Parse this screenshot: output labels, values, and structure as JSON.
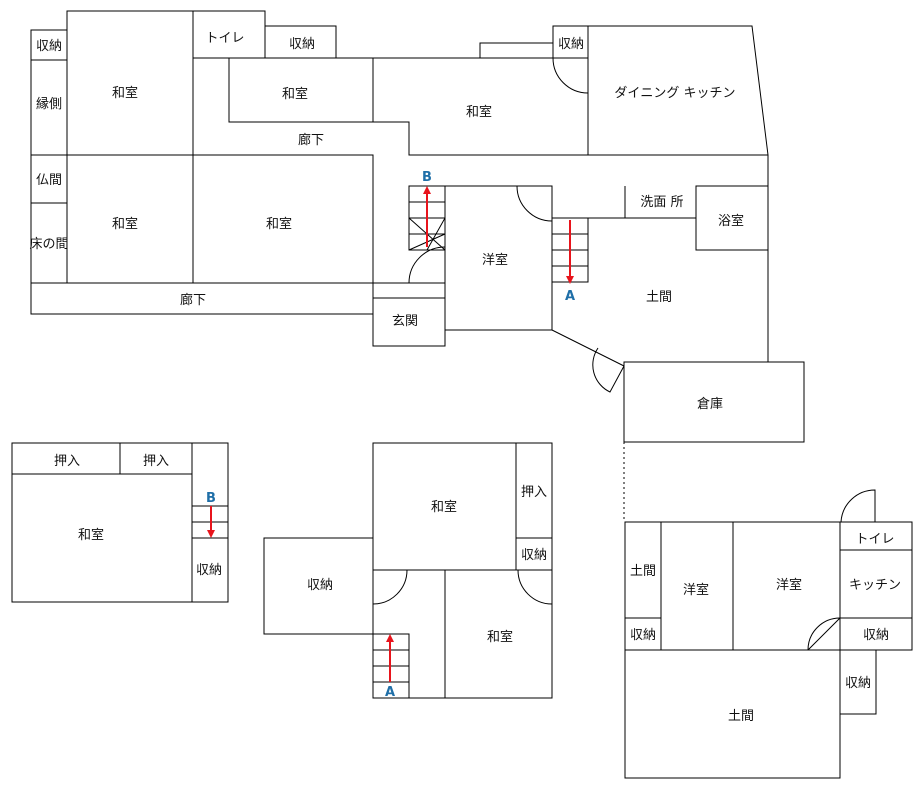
{
  "colors": {
    "arrow": "#e8141c",
    "marker": "#1f6fa8",
    "line": "#000000"
  },
  "rooms": {
    "shuno_tl": "収納",
    "engawa": "縁側",
    "butsuma": "仏間",
    "tokonoma": "床の間",
    "washitsu_a": "和室",
    "washitsu_b": "和室",
    "washitsu_c": "和室",
    "washitsu_d": "和室",
    "washitsu_e": "和室",
    "toilet_top": "トイレ",
    "shuno_top": "収納",
    "rouka_upper": "廊下",
    "rouka_lower": "廊下",
    "shuno_dk": "収納",
    "dining_kitchen": "ダイニング キッチン",
    "youshitsu_main": "洋室",
    "senmenjo": "洗面 所",
    "yokushitsu": "浴室",
    "doma_main": "土間",
    "genkan": "玄関",
    "souko": "倉庫"
  },
  "floor2_left": {
    "oshiire_1": "押入",
    "oshiire_2": "押入",
    "washitsu": "和室",
    "shuno": "収納"
  },
  "floor2_mid": {
    "washitsu_top": "和室",
    "oshiire": "押入",
    "shuno_small": "収納",
    "shuno_left": "収納",
    "washitsu_bottom": "和室"
  },
  "annex": {
    "toilet": "トイレ",
    "doma_small": "土間",
    "youshitsu_1": "洋室",
    "youshitsu_2": "洋室",
    "kitchen": "キッチン",
    "shuno_1": "収納",
    "shuno_2": "収納",
    "shuno_3": "収納",
    "doma_big": "土間"
  },
  "markers": {
    "b_main": "B",
    "a_main": "A",
    "b_floor2": "B",
    "a_floor2": "A"
  }
}
